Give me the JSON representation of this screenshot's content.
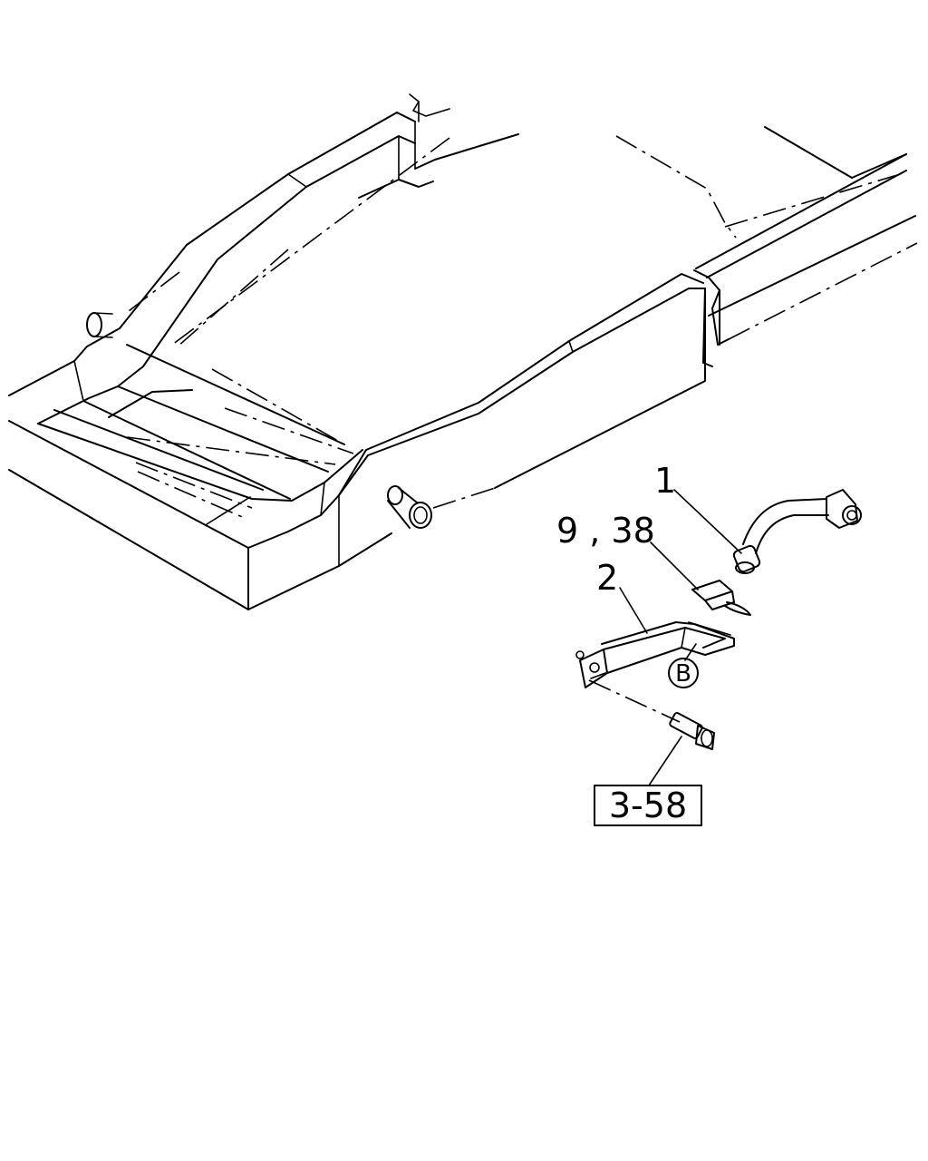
{
  "callouts": {
    "part_1": "1",
    "part_9_38": "9 , 38",
    "part_2": "2",
    "ref_b": "B",
    "ref_box": "3-58"
  }
}
